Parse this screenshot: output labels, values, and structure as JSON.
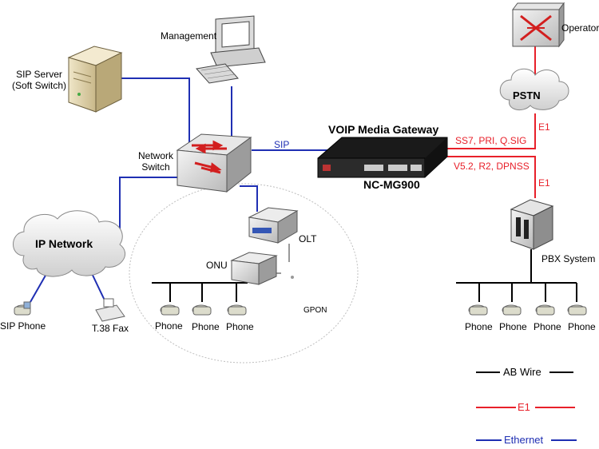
{
  "labels": {
    "management": "Management",
    "sip_server_line1": "SIP Server",
    "sip_server_line2": "(Soft Switch)",
    "network_switch_line1": "Network",
    "network_switch_line2": "Switch",
    "sip_link": "SIP",
    "gateway_title": "VOIP Media Gateway",
    "gateway_model": "NC-MG900",
    "ss7": "SS7, PRI, Q.SIG",
    "v52": "V5.2, R2, DPNSS",
    "e1_top": "E1",
    "e1_bottom": "E1",
    "pstn": "PSTN",
    "operator": "Operator",
    "pbx_system": "PBX System",
    "ip_network": "IP Network",
    "sip_phone": "SIP Phone",
    "t38_fax": "T.38 Fax",
    "olt": "OLT",
    "onu": "ONU",
    "gpon": "GPON",
    "gpon_phone_1": "Phone",
    "gpon_phone_2": "Phone",
    "gpon_phone_3": "Phone",
    "pbx_phone_1": "Phone",
    "pbx_phone_2": "Phone",
    "pbx_phone_3": "Phone",
    "pbx_phone_4": "Phone"
  },
  "legend": [
    {
      "label": "AB Wire",
      "color": "#000000"
    },
    {
      "label": "E1",
      "color": "#e8202a"
    },
    {
      "label": "Ethernet",
      "color": "#1f2fb3"
    }
  ],
  "colors": {
    "ethernet": "#1f2fb3",
    "e1": "#e8202a",
    "ab_wire": "#000000"
  }
}
